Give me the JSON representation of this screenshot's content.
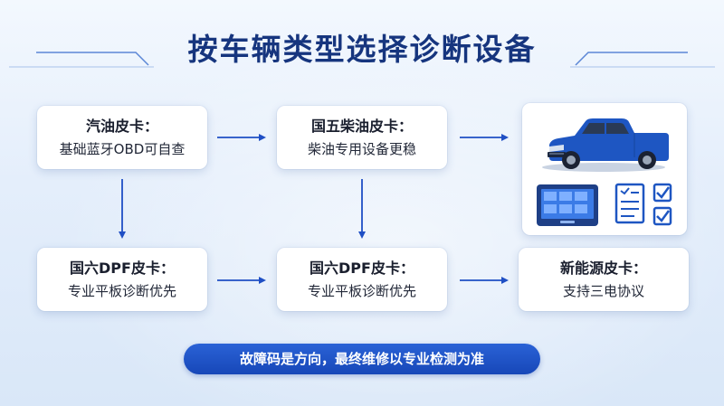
{
  "title": "按车辆类型选择诊断设备",
  "cards": {
    "gasoline": {
      "title": "汽油皮卡：",
      "desc": "基础蓝牙OBD可自查"
    },
    "diesel_cn5": {
      "title": "国五柴油皮卡：",
      "desc": "柴油专用设备更稳"
    },
    "dpf_left": {
      "title": "国六DPF皮卡：",
      "desc": "专业平板诊断优先"
    },
    "dpf_center": {
      "title": "国六DPF皮卡：",
      "desc": "专业平板诊断优先"
    },
    "new_energy": {
      "title": "新能源皮卡：",
      "desc": "支持三电协议"
    }
  },
  "illustration": {
    "items": [
      "pickup-truck",
      "diagnostic-tablet",
      "checklist-icon",
      "checkbox-icon"
    ]
  },
  "footer_note": "故障码是方向，最终维修以专业检测为准",
  "colors": {
    "title": "#16357e",
    "arrow": "#1f4fc4",
    "pill": "#1f52c8",
    "truck": "#1e56c2"
  }
}
